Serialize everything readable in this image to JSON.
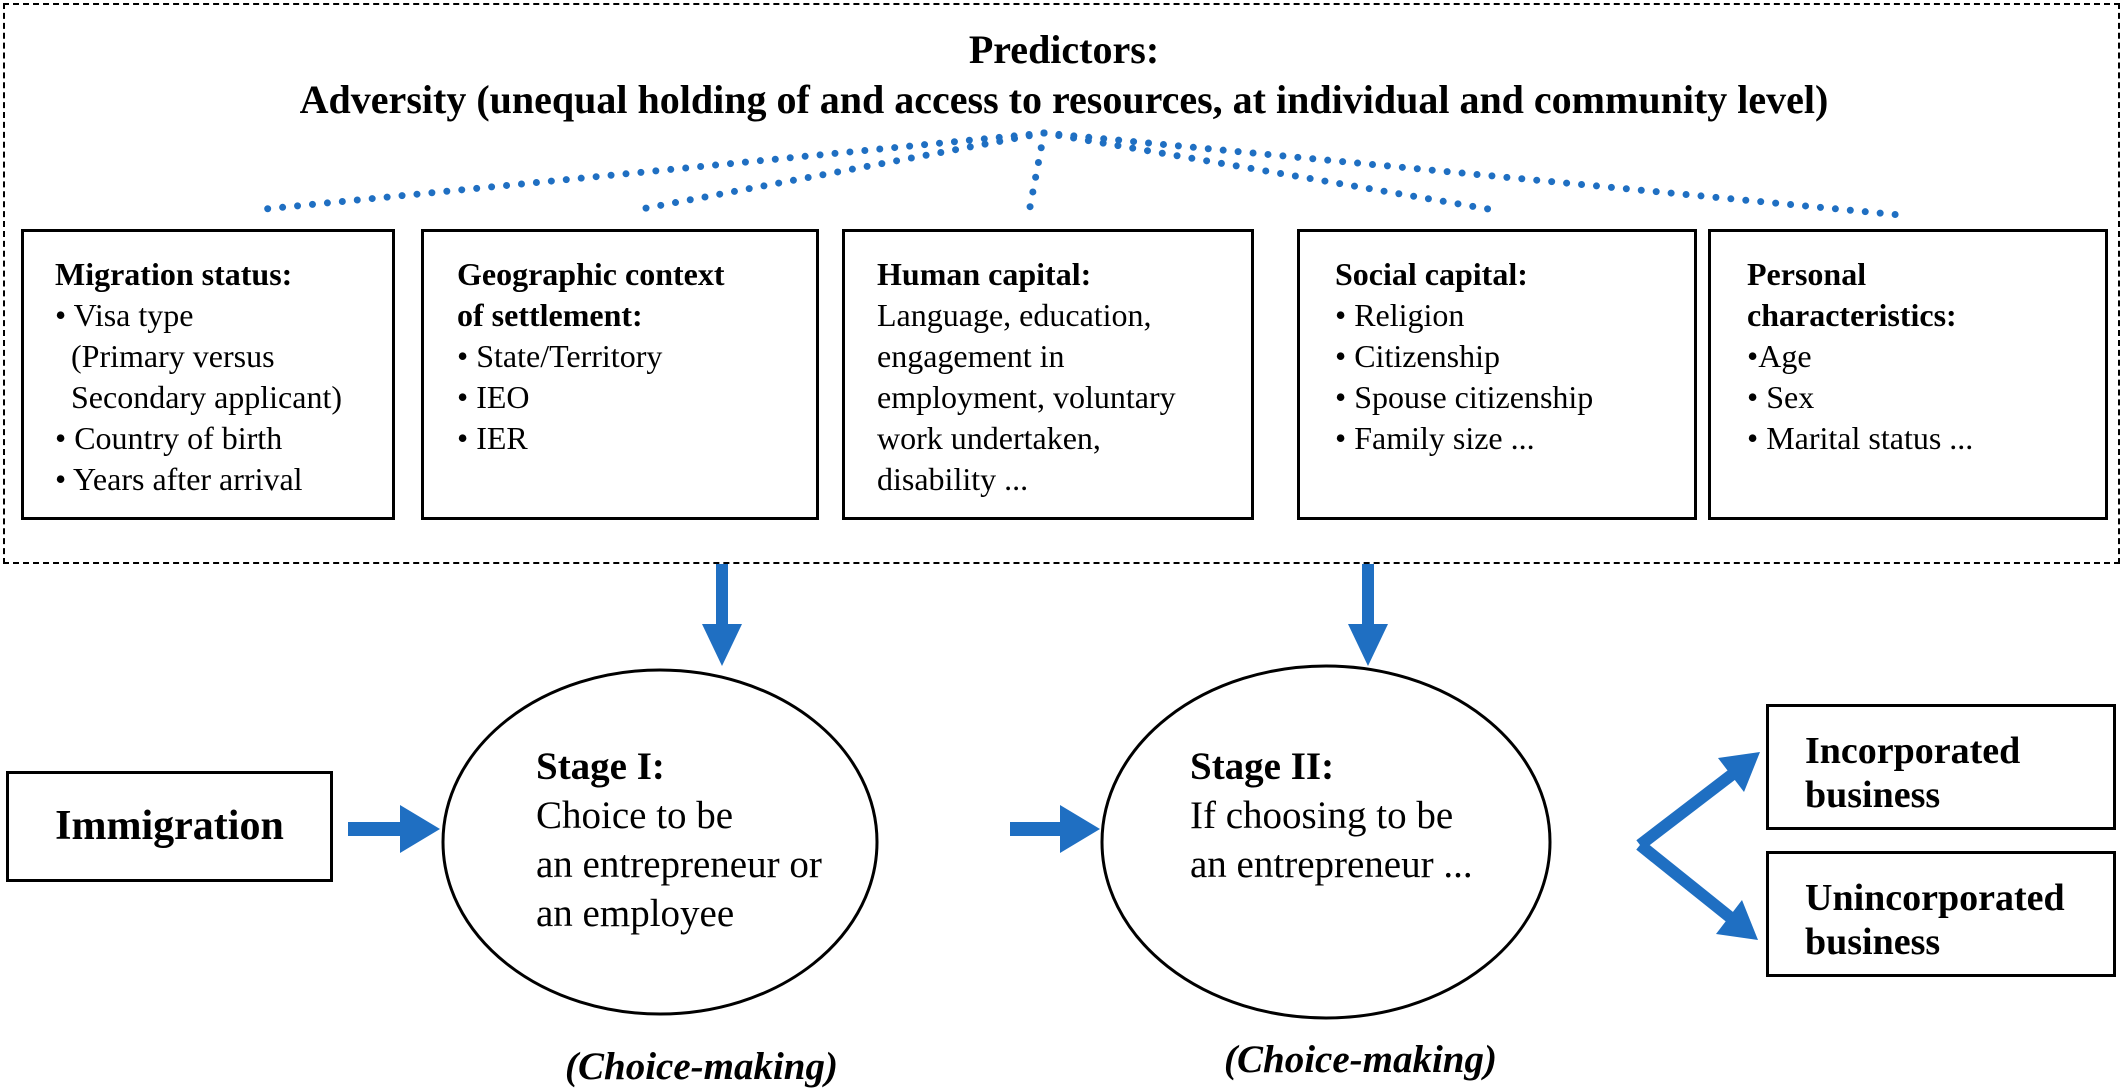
{
  "predictors": {
    "title": "Predictors:",
    "subtitle": "Adversity (unequal holding of and access to resources, at individual and community level)"
  },
  "categories": [
    {
      "heading": "Migration status:",
      "items": [
        "• Visa type",
        "  (Primary versus",
        "  Secondary applicant)",
        "• Country of birth",
        "• Years after arrival"
      ]
    },
    {
      "heading": "Geographic context\nof settlement:",
      "items": [
        "• State/Territory",
        "• IEO",
        "• IER"
      ]
    },
    {
      "heading": "Human capital:",
      "items": [
        "Language, education,",
        "engagement in",
        "employment, voluntary",
        "work undertaken,",
        "disability ..."
      ]
    },
    {
      "heading": "Social capital:",
      "items": [
        "• Religion",
        "• Citizenship",
        "• Spouse citizenship",
        "• Family size ..."
      ]
    },
    {
      "heading": "Personal\ncharacteristics:",
      "items": [
        "•Age",
        "• Sex",
        "• Marital status ..."
      ]
    }
  ],
  "immigration": "Immigration",
  "stage1": {
    "title": "Stage I:",
    "lines": [
      "Choice to be",
      "an entrepreneur or",
      "an employee"
    ],
    "caption": "(Choice-making)"
  },
  "stage2": {
    "title": "Stage II:",
    "lines": [
      "If choosing to be",
      "an entrepreneur ..."
    ],
    "caption": "(Choice-making)"
  },
  "outcomes": {
    "incorporated": "Incorporated\nbusiness",
    "unincorporated": "Unincorporated\nbusiness"
  },
  "colors": {
    "arrow": "#1f6fc2",
    "dots": "#1f6fc2",
    "border": "#000000"
  }
}
